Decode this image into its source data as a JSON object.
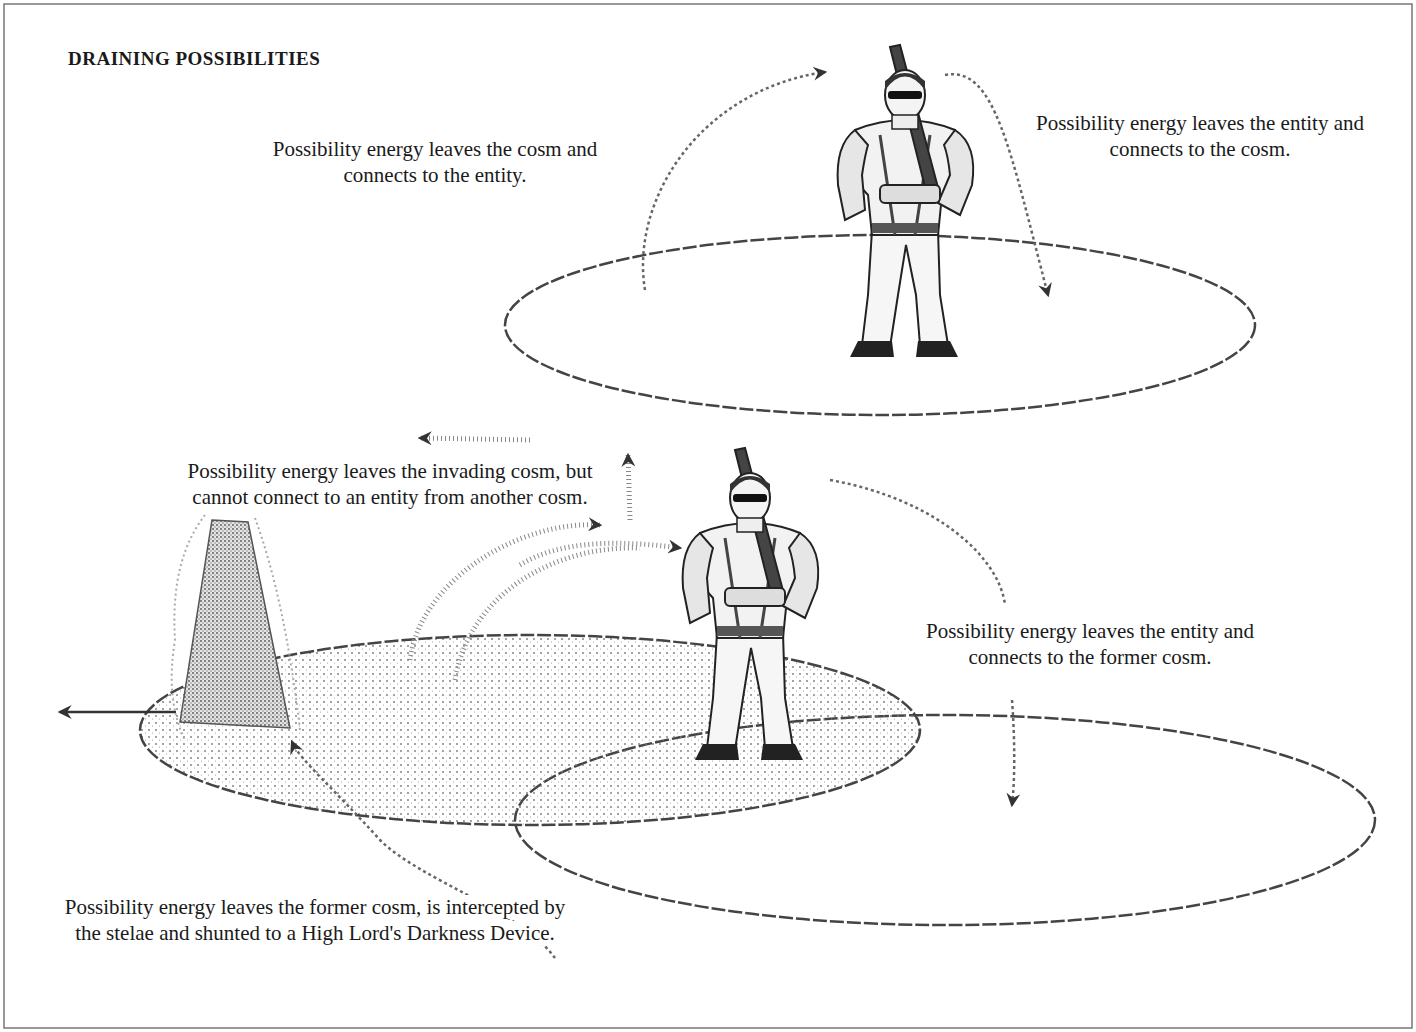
{
  "diagram": {
    "title": "DRAINING POSSIBILITIES",
    "labels": [
      "Possibility energy leaves the cosm and connects to the entity.",
      "Possibility energy leaves the entity and connects to the cosm.",
      "Possibility energy leaves the invading cosm, but cannot connect to an entity from another cosm.",
      "Possibility energy leaves the entity and connects to the former cosm.",
      "Possibility energy leaves the former cosm, is intercepted by the stelae and shunted to a High Lord's Darkness Device."
    ]
  }
}
